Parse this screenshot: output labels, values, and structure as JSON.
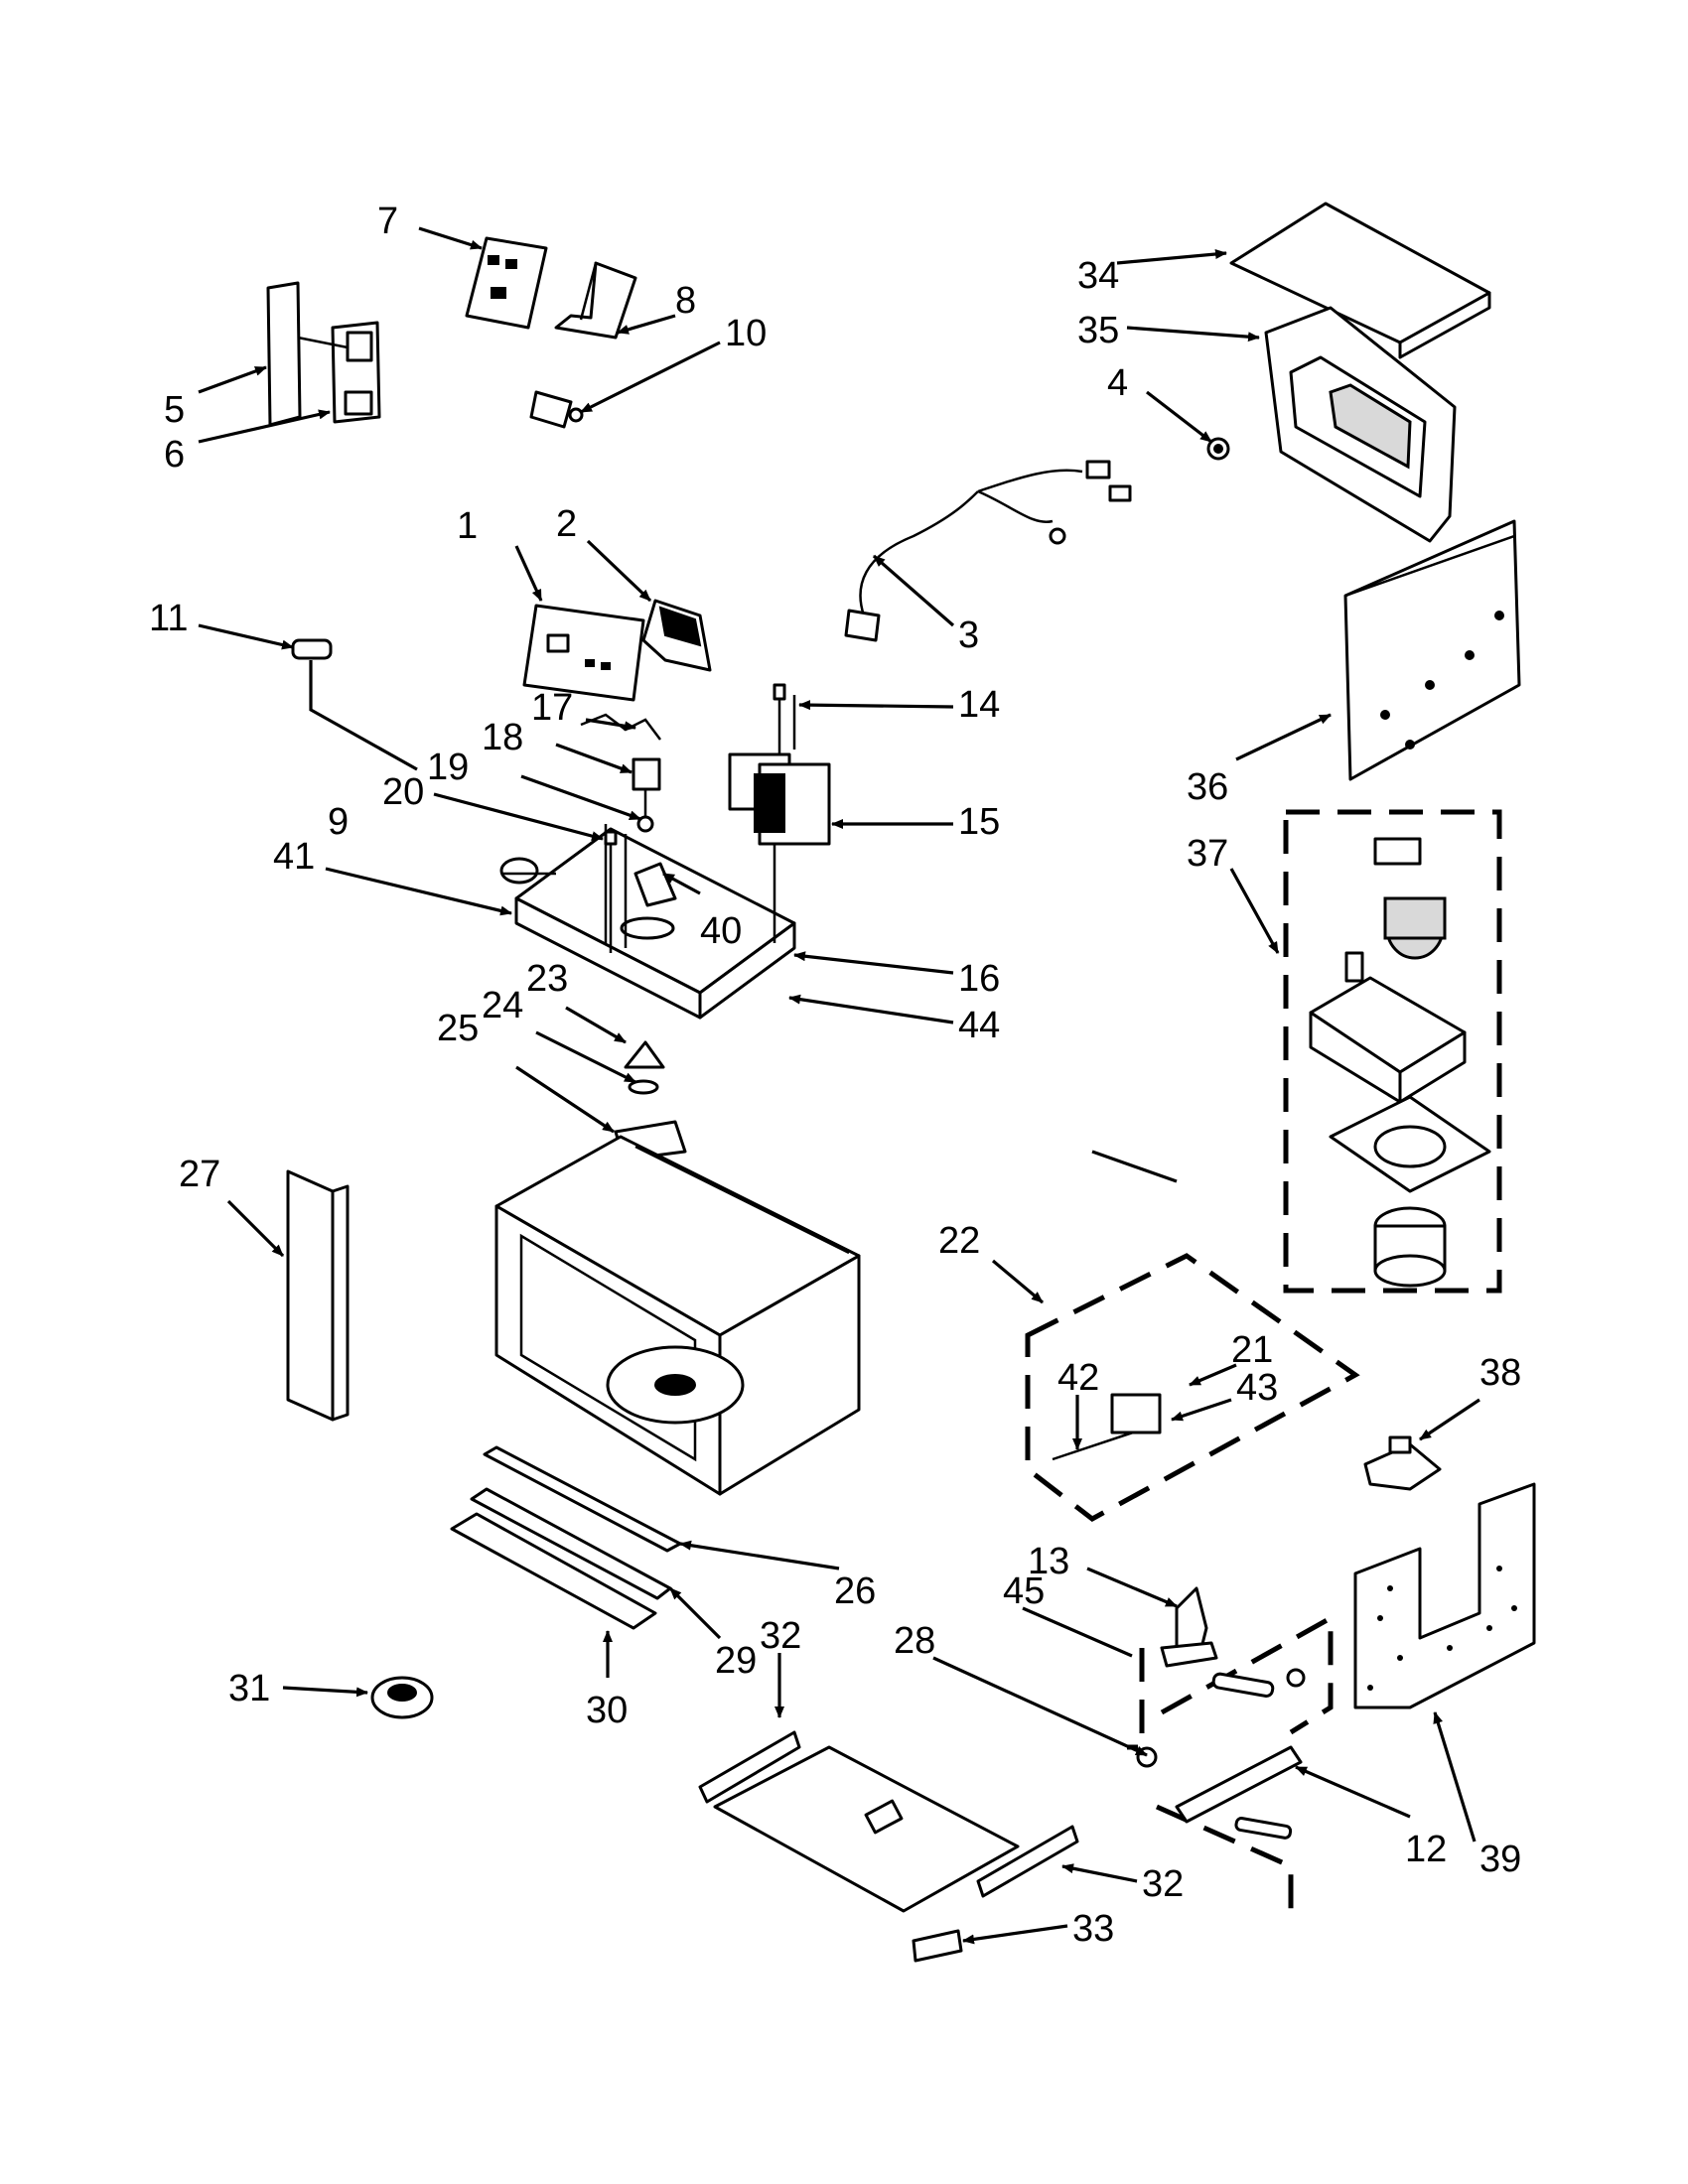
{
  "callouts": [
    {
      "id": "c1",
      "label": "1"
    },
    {
      "id": "c2",
      "label": "2"
    },
    {
      "id": "c3",
      "label": "3"
    },
    {
      "id": "c4",
      "label": "4"
    },
    {
      "id": "c5",
      "label": "5"
    },
    {
      "id": "c6",
      "label": "6"
    },
    {
      "id": "c7",
      "label": "7"
    },
    {
      "id": "c8",
      "label": "8"
    },
    {
      "id": "c9",
      "label": "9"
    },
    {
      "id": "c10",
      "label": "10"
    },
    {
      "id": "c11",
      "label": "11"
    },
    {
      "id": "c12",
      "label": "12"
    },
    {
      "id": "c13",
      "label": "13"
    },
    {
      "id": "c14",
      "label": "14"
    },
    {
      "id": "c15",
      "label": "15"
    },
    {
      "id": "c16",
      "label": "16"
    },
    {
      "id": "c17",
      "label": "17"
    },
    {
      "id": "c18",
      "label": "18"
    },
    {
      "id": "c19",
      "label": "19"
    },
    {
      "id": "c20",
      "label": "20"
    },
    {
      "id": "c21",
      "label": "21"
    },
    {
      "id": "c22",
      "label": "22"
    },
    {
      "id": "c23",
      "label": "23"
    },
    {
      "id": "c24",
      "label": "24"
    },
    {
      "id": "c25",
      "label": "25"
    },
    {
      "id": "c26",
      "label": "26"
    },
    {
      "id": "c27",
      "label": "27"
    },
    {
      "id": "c28",
      "label": "28"
    },
    {
      "id": "c29",
      "label": "29"
    },
    {
      "id": "c30",
      "label": "30"
    },
    {
      "id": "c31",
      "label": "31"
    },
    {
      "id": "c32a",
      "label": "32"
    },
    {
      "id": "c32b",
      "label": "32"
    },
    {
      "id": "c33",
      "label": "33"
    },
    {
      "id": "c34",
      "label": "34"
    },
    {
      "id": "c35",
      "label": "35"
    },
    {
      "id": "c36",
      "label": "36"
    },
    {
      "id": "c37",
      "label": "37"
    },
    {
      "id": "c38",
      "label": "38"
    },
    {
      "id": "c39",
      "label": "39"
    },
    {
      "id": "c40",
      "label": "40"
    },
    {
      "id": "c41",
      "label": "41"
    },
    {
      "id": "c42",
      "label": "42"
    },
    {
      "id": "c43",
      "label": "43"
    },
    {
      "id": "c44",
      "label": "44"
    },
    {
      "id": "c45",
      "label": "45"
    }
  ]
}
